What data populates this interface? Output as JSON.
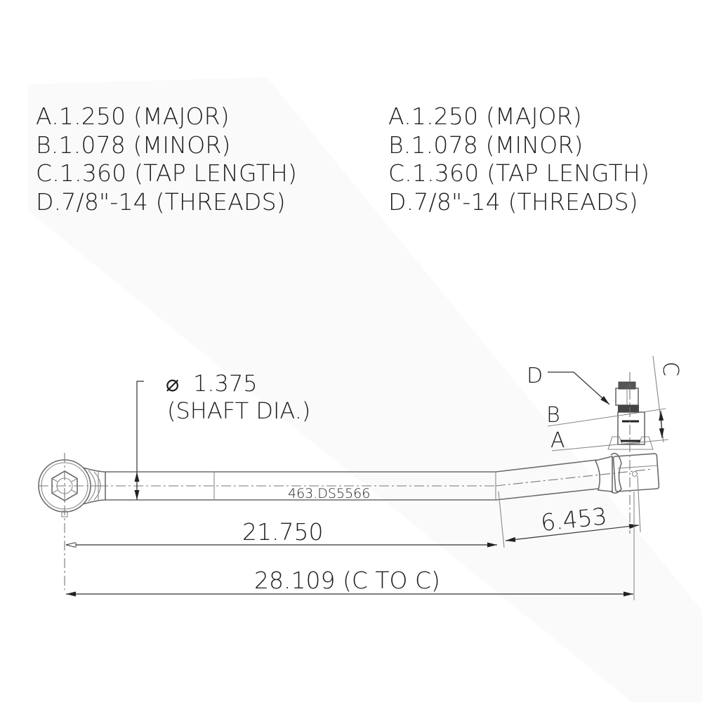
{
  "specs_left": {
    "A": "A.1.250 (MAJOR)",
    "B": "B.1.078 (MINOR)",
    "C": "C.1.360 (TAP LENGTH)",
    "D": "D.7/8\"-14 (THREADS)"
  },
  "specs_right": {
    "A": "A.1.250 (MAJOR)",
    "B": "B.1.078 (MINOR)",
    "C": "C.1.360 (TAP LENGTH)",
    "D": "D.7/8\"-14 (THREADS)"
  },
  "drawing": {
    "shaft_dia_value": "1.375",
    "shaft_dia_symbol": "⌀",
    "shaft_dia_label": "(SHAFT DIA.)",
    "part_number": "463.DS5566",
    "dim_straight_length": "21.750",
    "dim_angled_length": "6.453",
    "dim_overall": "28.109 (C TO C)",
    "callout_A": "A",
    "callout_B": "B",
    "callout_C": "C",
    "callout_D": "D"
  },
  "colors": {
    "background": "#ffffff",
    "line": "#333333",
    "text": "#1f1f1f"
  }
}
